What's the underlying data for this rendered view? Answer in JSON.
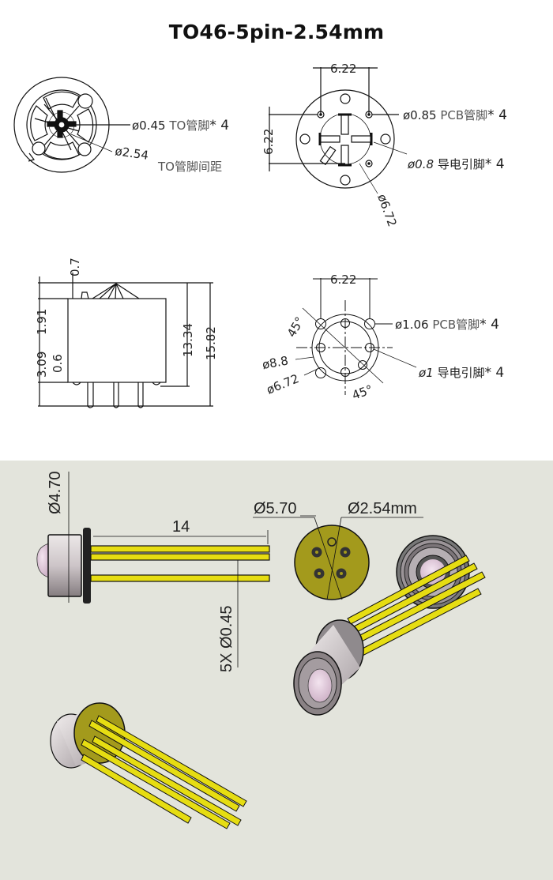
{
  "title": "TO46-5pin-2.54mm",
  "colors": {
    "drawing_bg": "#ffffff",
    "render_bg": "#e3e4dc",
    "pin_yellow": "#e6dd12",
    "header_olive": "#a39a1c",
    "can_silver": "#c9c2c4",
    "lens_pink": "#e6cbe0",
    "line": "#111111"
  },
  "drawings": {
    "top_view": {
      "pin_dia": "ø0.45",
      "pin_dia_note": "TO管脚",
      "pin_dia_count": "* 4",
      "pitch": "ø2.54",
      "pitch_note": "TO管脚间距"
    },
    "pcb_view": {
      "width": "6.22",
      "height": "6.22",
      "pcb_hole": "ø0.85",
      "pcb_hole_note": "PCB管脚",
      "pcb_hole_count": "* 4",
      "lead": "ø0.8",
      "lead_note": "导电引脚",
      "lead_count": "* 4",
      "circle": "ø6.72"
    },
    "side_view": {
      "top_gap": "0.7",
      "dim_a": "1.91",
      "dim_b": "3.09",
      "dim_c": "0.6",
      "body_h": "13.34",
      "total_h": "15.82"
    },
    "footprint_view": {
      "width": "6.22",
      "angle_top": "45°",
      "angle_bottom": "45°",
      "pcb_hole": "ø1.06",
      "pcb_hole_note": "PCB管脚",
      "pcb_hole_count": "* 4",
      "lead": "ø1",
      "lead_note": "导电引脚",
      "lead_count": "* 4",
      "outer": "ø8.8",
      "inner": "ø6.72"
    }
  },
  "render": {
    "can_dia": "Ø4.70",
    "lead_length": "14",
    "lead_spec": "5X Ø0.45",
    "header_dia": "Ø5.70",
    "pin_circle": "Ø2.54mm"
  }
}
